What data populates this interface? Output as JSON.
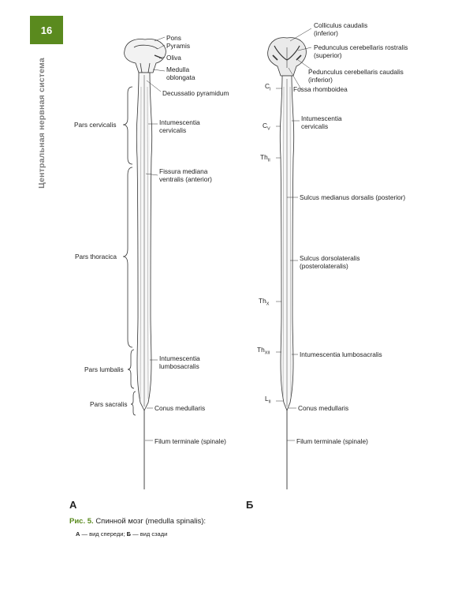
{
  "page": {
    "number": "16",
    "section_title": "Центральная нервная система"
  },
  "figure": {
    "caption_prefix": "Рис. 5.",
    "caption_text": "Спинной мозг (medulla spinalis):",
    "sub_a_letter": "А",
    "sub_a_text": "— вид спереди;",
    "sub_b_letter": "Б",
    "sub_b_text": "— вид сзади",
    "panel_a_letter": "А",
    "panel_b_letter": "Б"
  },
  "panel_a": {
    "labels": {
      "pons": "Pons",
      "pyramis": "Pyramis",
      "oliva": "Oliva",
      "medulla_1": "Medulla",
      "medulla_2": "oblongata",
      "decussatio": "Decussatio pyramidum",
      "intumescentia_cerv_1": "Intumescentia",
      "intumescentia_cerv_2": "cervicalis",
      "fissura_1": "Fissura mediana",
      "fissura_2": "ventralis (anterior)",
      "intumescentia_lumb_1": "Intumescentia",
      "intumescentia_lumb_2": "lumbosacralis",
      "conus": "Conus medullaris",
      "filum": "Filum terminale (spinale)",
      "pars_cervicalis": "Pars cervicalis",
      "pars_thoracica": "Pars thoracica",
      "pars_lumbalis": "Pars lumbalis",
      "pars_sacralis": "Pars sacralis"
    }
  },
  "panel_b": {
    "labels": {
      "colliculus_1": "Colliculus caudalis",
      "colliculus_2": "(inferior)",
      "ped_rostralis_1": "Pedunculus cerebellaris rostralis",
      "ped_rostralis_2": "(superior)",
      "ped_caudalis_1": "Pedunculus cerebellaris caudalis",
      "ped_caudalis_2": "(inferior)",
      "fossa": "Fossa rhomboidea",
      "intumescentia_cerv_1": "Intumescentia",
      "intumescentia_cerv_2": "cervicalis",
      "sulcus_medianus": "Sulcus medianus dorsalis (posterior)",
      "sulcus_dorsolat_1": "Sulcus dorsolateralis",
      "sulcus_dorsolat_2": "(posterolateralis)",
      "intumescentia_lumb": "Intumescentia lumbosacralis",
      "conus": "Conus medullaris",
      "filum": "Filum terminale (spinale)"
    },
    "segments": [
      {
        "base": "C",
        "sub": "I"
      },
      {
        "base": "C",
        "sub": "V"
      },
      {
        "base": "Th",
        "sub": "II"
      },
      {
        "base": "Th",
        "sub": "X"
      },
      {
        "base": "Th",
        "sub": "XII"
      },
      {
        "base": "L",
        "sub": "II"
      }
    ]
  }
}
